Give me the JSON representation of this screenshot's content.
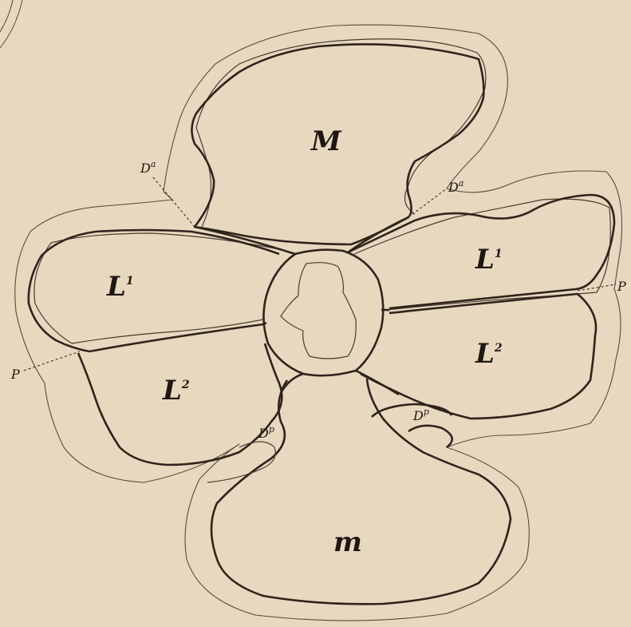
{
  "colors": {
    "paper": "#e8d8bf",
    "ink": "#2e241c"
  },
  "labels": {
    "M": {
      "base": "M",
      "sup": ""
    },
    "m": {
      "base": "m",
      "sup": ""
    },
    "L1_left": {
      "base": "L",
      "sup": "1"
    },
    "L2_left": {
      "base": "L",
      "sup": "2"
    },
    "L1_right": {
      "base": "L",
      "sup": "1"
    },
    "L2_right": {
      "base": "L",
      "sup": "2"
    },
    "Da_left": {
      "base": "D",
      "sup": "a"
    },
    "Da_right": {
      "base": "D",
      "sup": "a"
    },
    "Dp_left": {
      "base": "D",
      "sup": "p"
    },
    "Dp_right": {
      "base": "D",
      "sup": "p"
    },
    "P_left": {
      "base": "P",
      "sup": ""
    },
    "P_right": {
      "base": "P",
      "sup": ""
    }
  }
}
